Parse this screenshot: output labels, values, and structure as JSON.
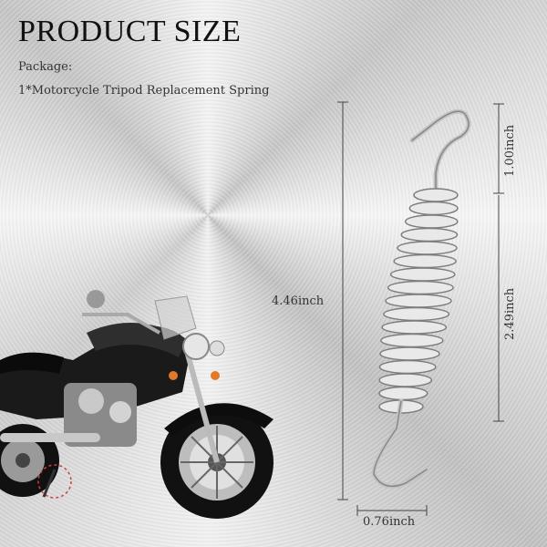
{
  "title": "PRODUCT SIZE",
  "package": {
    "label": "Package:",
    "item": "1*Motorcycle Tripod Replacement Spring"
  },
  "dimensions": {
    "total_length": "4.46inch",
    "hook_length": "1.00inch",
    "spring_body_length": "2.49inch",
    "width": "0.76inch"
  },
  "images": {
    "spring_icon": "metal-extension-spring-icon",
    "motorcycle_icon": "touring-motorcycle-icon",
    "kickstand_highlight": "dashed-circle-highlight-icon"
  }
}
